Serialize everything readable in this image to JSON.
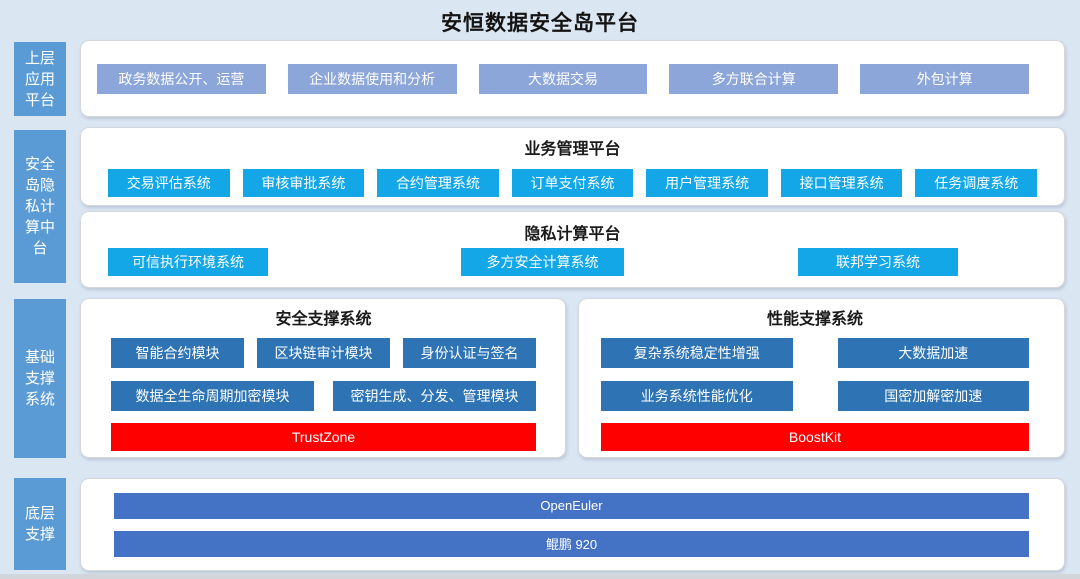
{
  "title": "安恒数据安全岛平台",
  "colors": {
    "background": "#dbe6f3",
    "sidebar_blue": "#5b9bd5",
    "app_button_periwinkle": "#8ca6d9",
    "cyan_button": "#13a7e8",
    "module_blue": "#2e74b5",
    "highlight_red": "#fe0000",
    "base_bar_blue": "#4472c4"
  },
  "sidebar": {
    "upper": "上层应用平台",
    "middle": "安全岛隐私计算中台",
    "foundation": "基础支撑系统",
    "bottom": "底层支撑"
  },
  "application_layer": {
    "buttons": [
      "政务数据公开、运营",
      "企业数据使用和分析",
      "大数据交易",
      "多方联合计算",
      "外包计算"
    ]
  },
  "business_platform": {
    "header": "业务管理平台",
    "buttons": [
      "交易评估系统",
      "审核审批系统",
      "合约管理系统",
      "订单支付系统",
      "用户管理系统",
      "接口管理系统",
      "任务调度系统"
    ]
  },
  "privacy_platform": {
    "header": "隐私计算平台",
    "buttons": [
      "可信执行环境系统",
      "多方安全计算系统",
      "联邦学习系统"
    ]
  },
  "security_support": {
    "header": "安全支撑系统",
    "row1": [
      "智能合约模块",
      "区块链审计模块",
      "身份认证与签名"
    ],
    "row2": [
      "数据全生命周期加密模块",
      "密钥生成、分发、管理模块"
    ],
    "highlight": "TrustZone"
  },
  "performance_support": {
    "header": "性能支撑系统",
    "row1": [
      "复杂系统稳定性增强",
      "大数据加速"
    ],
    "row2": [
      "业务系统性能优化",
      "国密加解密加速"
    ],
    "highlight": "BoostKit"
  },
  "base_layer": {
    "bars": [
      "OpenEuler",
      "鲲鹏 920"
    ]
  }
}
